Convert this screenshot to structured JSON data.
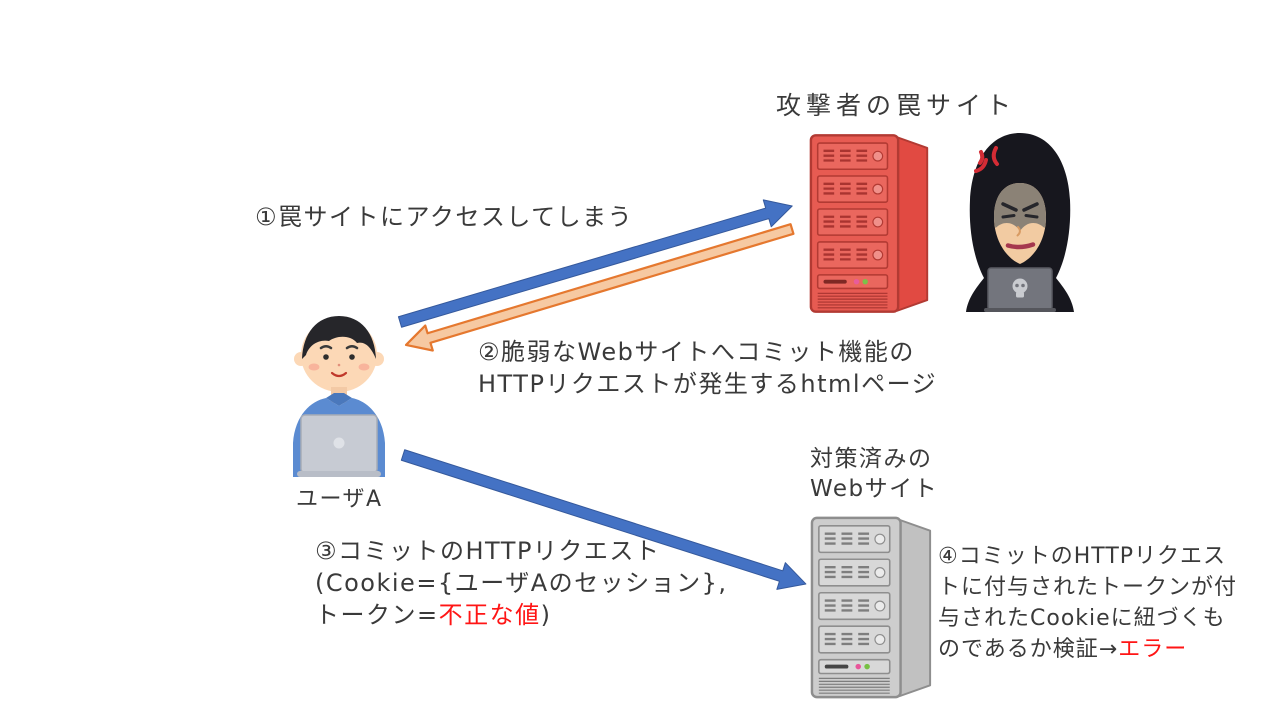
{
  "labels": {
    "attacker_site_title": "攻撃者の罠サイト",
    "user_name": "ユーザA",
    "protected_site_line1": "対策済みの",
    "protected_site_line2": "Webサイト"
  },
  "steps": {
    "step1": "①罠サイトにアクセスしてしまう",
    "step2_line1": "②脆弱なWebサイトへコミット機能の",
    "step2_line2": "HTTPリクエストが発生するhtmlページ",
    "step3_line1": "③コミットのHTTPリクエスト",
    "step3_line2": "(Cookie={ユーザAのセッション},",
    "step3_line3_pre": "トークン=",
    "step3_line3_red": "不正な値",
    "step3_line3_post": ")",
    "step4_line1": "④コミットのHTTPリクエス",
    "step4_line2": "トに付与されたトークンが付",
    "step4_line3": "与されたCookieに紐づくも",
    "step4_line4_pre": "のであるか検証→",
    "step4_line4_red": "エラー"
  },
  "illustrations": {
    "attacker_server": "red-tower-server",
    "hacker": "hooded-hacker-with-skull-laptop",
    "user": "man-using-laptop",
    "protected_server": "gray-tower-server"
  },
  "colors": {
    "background": "#FFFFFF",
    "text": "#3A3A3A",
    "highlight_red": "#FF1515",
    "arrow_blue": "#4472C4",
    "arrow_blue_edge": "#35599C",
    "arrow_orange_fill": "#F6C9A2",
    "arrow_orange_stroke": "#E5782F",
    "attacker_server_red": "#E75B52",
    "protected_server_gray": "#CDCDCD"
  }
}
